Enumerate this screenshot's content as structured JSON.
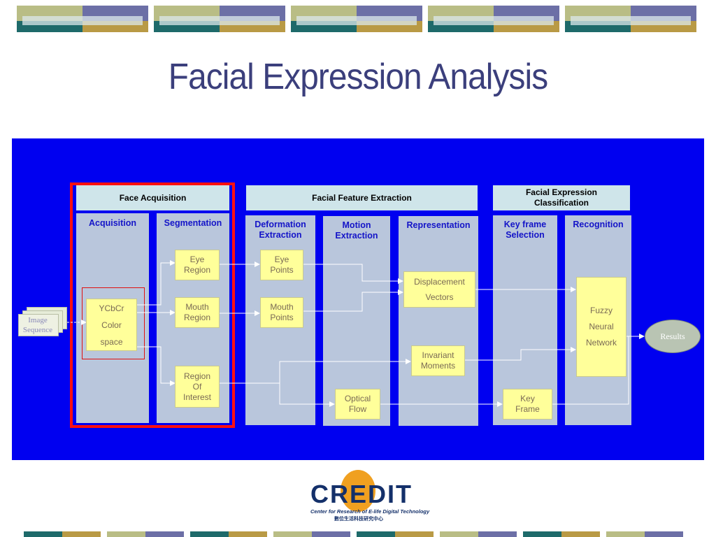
{
  "slide": {
    "title": "Facial Expression Analysis"
  },
  "colors": {
    "title": "#3b3f7c",
    "panel": "#0000f0",
    "column": "#b9c6dc",
    "header": "#cfe5ea",
    "box": "#ffff9a",
    "highlight": "#ff1010"
  },
  "diagram": {
    "input": [
      "Image",
      "Sequence"
    ],
    "output": "Results",
    "stages": [
      {
        "label": "Face Acquisition"
      },
      {
        "label": "Facial Feature Extraction"
      },
      {
        "label": "Facial Expression",
        "label2": "Classification"
      }
    ],
    "columns": [
      {
        "label": "Acquisition"
      },
      {
        "label": "Segmentation"
      },
      {
        "label": "Deformation",
        "label2": "Extraction"
      },
      {
        "label": "Motion",
        "label2": "Extraction"
      },
      {
        "label": "Representation"
      },
      {
        "label": "Key frame",
        "label2": "Selection"
      },
      {
        "label": "Recognition"
      }
    ],
    "nodes": {
      "ycbcr": [
        "YCbCr",
        "Color",
        "space"
      ],
      "eye_region": [
        "Eye",
        "Region"
      ],
      "mouth_region": [
        "Mouth",
        "Region"
      ],
      "roi": [
        "Region",
        "Of",
        "Interest"
      ],
      "eye_points": [
        "Eye",
        "Points"
      ],
      "mouth_points": [
        "Mouth",
        "Points"
      ],
      "displacement": [
        "Displacement",
        "Vectors"
      ],
      "invariant": [
        "Invariant",
        "Moments"
      ],
      "optical": [
        "Optical",
        "Flow"
      ],
      "keyframe": [
        "Key",
        "Frame"
      ],
      "fuzzy": [
        "Fuzzy",
        "Neural",
        "Network"
      ]
    }
  },
  "logo": {
    "name": "CREDIT",
    "subtitle": "Center for Research of E-life Digital Technology",
    "subtitle_zh": "數位生活科技研究中心"
  }
}
